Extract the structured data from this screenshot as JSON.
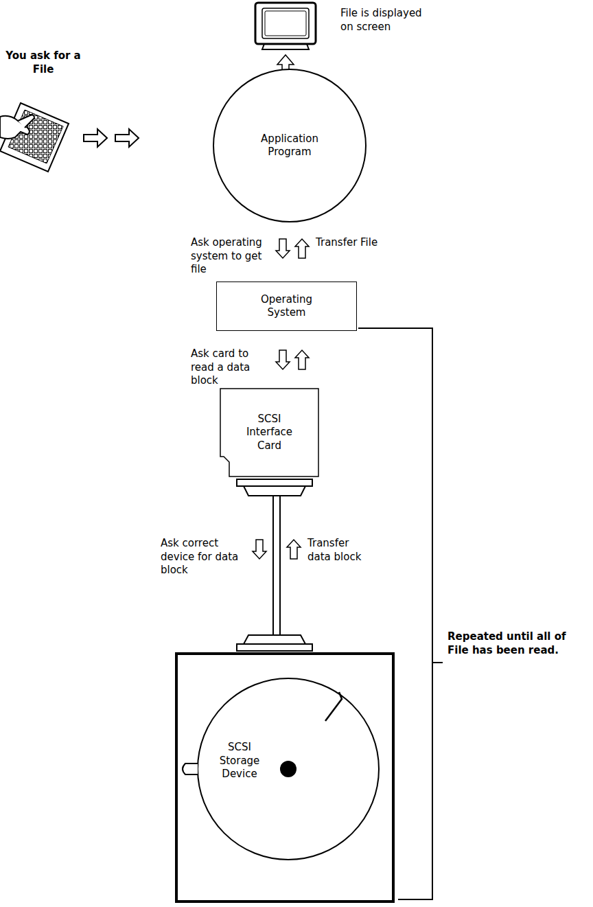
{
  "diagram": {
    "nodes": [
      {
        "text": [
          "Application Program"
        ]
      },
      {
        "text": [
          "Operating System"
        ]
      },
      {
        "text": [
          "SCSI Interface Card"
        ]
      },
      {
        "text": [
          "SCSI Storage Device"
        ]
      }
    ],
    "edges": [
      {
        "from": 0,
        "to": 1,
        "arrow": "to",
        "label": "Ask operating system to get file"
      },
      {
        "from": 1,
        "to": 0,
        "arrow": "to",
        "label": "Transfer File"
      },
      {
        "from": 1,
        "to": 2,
        "arrow": "to",
        "label": "Ask card to read a data block"
      },
      {
        "from": 2,
        "to": 1,
        "arrow": "to"
      },
      {
        "from": 2,
        "to": 3,
        "arrow": "to",
        "label": "Ask correct device for data block"
      },
      {
        "from": 3,
        "to": 2,
        "arrow": "to",
        "label": "Transfer data block"
      }
    ],
    "labels": [
      "You ask for a File",
      "File is displayed on screen",
      "Repeated until all of File has been read."
    ]
  }
}
